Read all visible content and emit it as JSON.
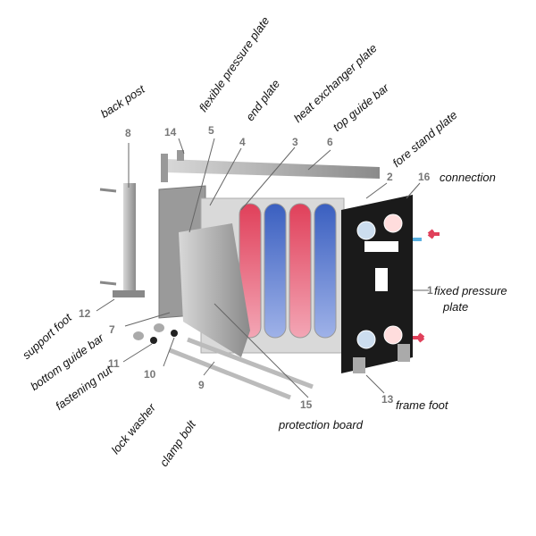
{
  "labels": {
    "back_post": "back post",
    "flexible_pressure_plate": "flexible pressure plate",
    "end_plate": "end plate",
    "heat_exchanger_plate": "heat exchanger plate",
    "top_guide_bar": "top guide bar",
    "fore_stand_plate": "fore stand plate",
    "connection": "connection",
    "fixed_pressure_plate_1": "fixed pressure",
    "fixed_pressure_plate_2": "plate",
    "frame_foot": "frame foot",
    "protection_board": "protection board",
    "support_foot": "support foot",
    "bottom_guide_bar": "bottom guide bar",
    "fastening_nut": "fastening nut",
    "lock_washer": "lock washer",
    "clamp_bolt": "clamp bolt"
  },
  "numbers": {
    "n1": "1",
    "n2": "2",
    "n3": "3",
    "n4": "4",
    "n5": "5",
    "n6": "6",
    "n7": "7",
    "n8": "8",
    "n9": "9",
    "n10": "10",
    "n11": "11",
    "n12": "12",
    "n13": "13",
    "n14": "14",
    "n15": "15",
    "n16": "16"
  },
  "colors": {
    "hot": "#e0405a",
    "cold": "#3a5fc0",
    "frame": "#1a1a1a",
    "steel": "#b8b8b8"
  }
}
